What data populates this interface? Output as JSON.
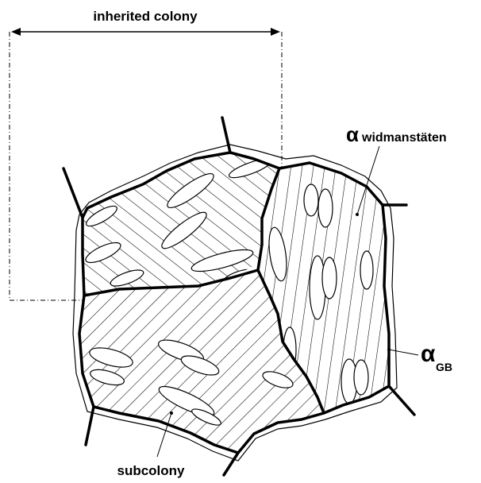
{
  "labels": {
    "inherited_colony": "inherited colony",
    "alpha_widmanstatten_symbol": "α",
    "alpha_widmanstatten_text": "widmanstäten",
    "alpha_gb_symbol": "α",
    "alpha_gb_subscript": "GB",
    "subcolony": "subcolony"
  }
}
